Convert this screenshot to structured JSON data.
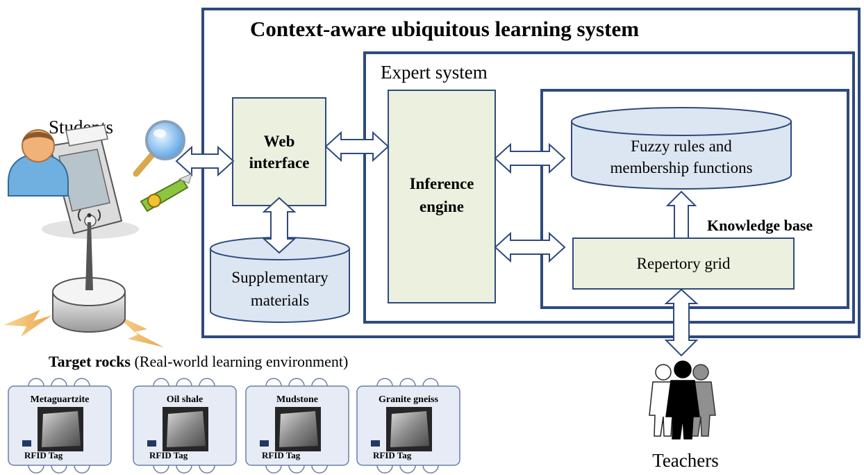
{
  "system": {
    "title": "Context-aware ubiquitous learning system"
  },
  "expert": {
    "title": "Expert system"
  },
  "web_interface": {
    "line1": "Web",
    "line2": "interface"
  },
  "supplementary": {
    "line1": "Supplementary",
    "line2": "materials"
  },
  "inference": {
    "line1": "Inference",
    "line2": "engine"
  },
  "fuzzy": {
    "line1": "Fuzzy rules and",
    "line2": "membership functions"
  },
  "knowledge_base": {
    "label": "Knowledge base"
  },
  "repertory": {
    "label": "Repertory grid"
  },
  "students": {
    "label": "Students"
  },
  "teachers": {
    "label": "Teachers"
  },
  "target": {
    "bold": "Target rocks",
    "rest": " (Real-world learning environment)"
  },
  "rocks": [
    {
      "name": "Metaguartzite",
      "tag": "RFID Tag"
    },
    {
      "name": "Oil shale",
      "tag": "RFID Tag"
    },
    {
      "name": "Mudstone",
      "tag": "RFID Tag"
    },
    {
      "name": "Granite gneiss",
      "tag": "RFID Tag"
    }
  ],
  "colors": {
    "frame": "#2e4a7d",
    "green_box": "#ebf1de",
    "cylinder": "#dce6f2",
    "arrow_fill": "#ffffff",
    "rock_card": "#e6ebf5",
    "rfid_chip": "#1f3864"
  }
}
